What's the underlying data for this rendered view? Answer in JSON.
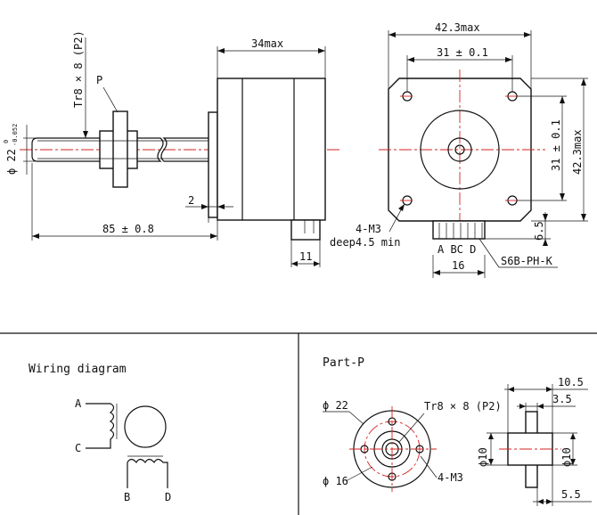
{
  "side_view": {
    "thread_label": "Tr8 × 8 (P2)",
    "part_pointer": "P",
    "shaft_dia_label": "ϕ 22",
    "shaft_tol_upper": "0",
    "shaft_tol_lower": "-0.052",
    "body_length": "34max",
    "shoulder": "2",
    "overall_length": "85 ± 0.8",
    "connector_width": "11"
  },
  "front_view": {
    "width_max": "42.3max",
    "hole_spacing_h": "31 ± 0.1",
    "hole_spacing_v": "31 ± 0.1",
    "height_max": "42.3max",
    "screw_spec": "4-M3",
    "screw_depth": "deep4.5 min",
    "pin_labels": "A BC D",
    "connector_spacing": "16",
    "connector_depth": "6.5",
    "connector_part": "S6B-PH-K"
  },
  "wiring": {
    "title": "Wiring diagram",
    "terminal_a": "A",
    "terminal_c": "C",
    "terminal_b": "B",
    "terminal_d": "D"
  },
  "part_p": {
    "title": "Part-P",
    "outer_dia": "ϕ 22",
    "thread_label": "Tr8 × 8 (P2)",
    "bolt_circle": "ϕ 16",
    "screw_spec": "4-M3",
    "dia_left": "ϕ10",
    "dia_right": "ϕ10",
    "overall_width": "10.5",
    "flange_width": "3.5",
    "hub_width": "5.5"
  }
}
